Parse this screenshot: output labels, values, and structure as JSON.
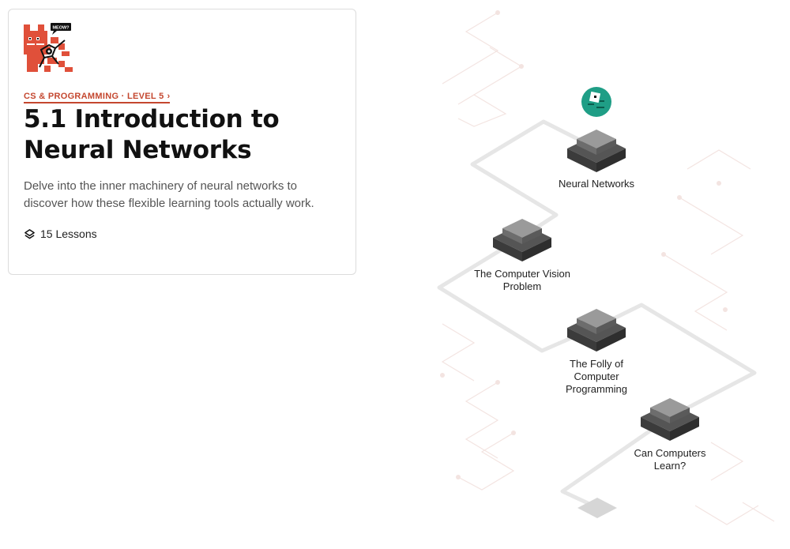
{
  "course": {
    "breadcrumb": "CS & Programming · Level 5",
    "breadcrumb_chevron": "›",
    "title": "5.1 Introduction to Neural Networks",
    "description": "Delve into the inner machinery of neural networks to discover how these flexible learning tools actually work.",
    "lessons_count": "15 Lessons",
    "art_badge": "MEOW?",
    "accent_color": "#c4472f"
  },
  "path": {
    "avatar_color": "#1f9e86",
    "nodes": [
      {
        "label": "Neural Networks"
      },
      {
        "label": "The Computer Vision Problem"
      },
      {
        "label": "The Folly of Computer Programming"
      },
      {
        "label": "Can Computers Learn?"
      }
    ]
  }
}
